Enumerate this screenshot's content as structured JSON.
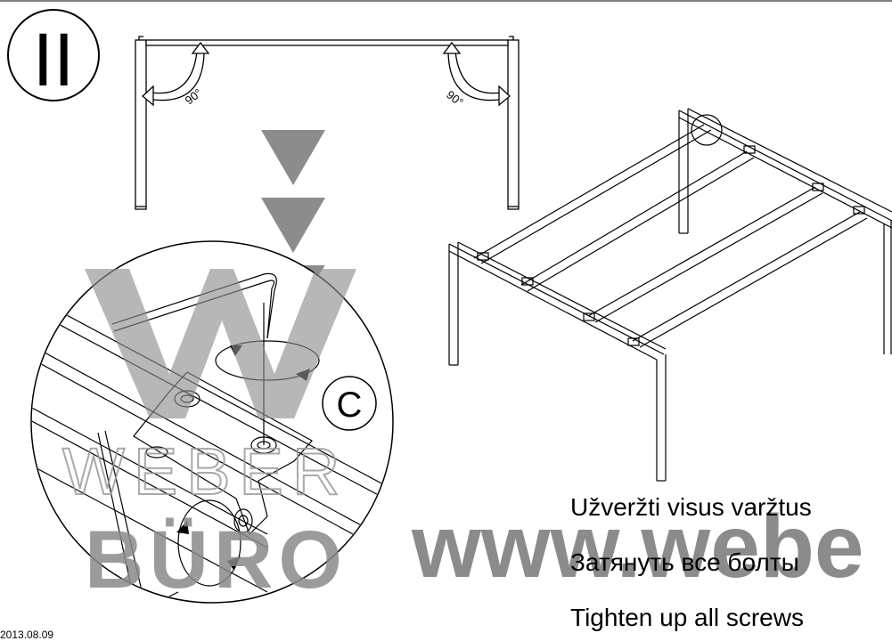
{
  "step": {
    "label": "II"
  },
  "angles": {
    "left": "90°",
    "right": "90°"
  },
  "detail": {
    "label": "C"
  },
  "watermark": {
    "line1": "WEBER",
    "line2": "BÜRO",
    "url": "www.webe"
  },
  "instructions": [
    "Užveržti visus varžtus",
    "Затянуть все болты",
    "Tighten up all screws"
  ],
  "date": "2013.08.09",
  "colors": {
    "ink": "#000000",
    "watermark": "#8a8a8a",
    "arrows": "#8c8c8c"
  }
}
